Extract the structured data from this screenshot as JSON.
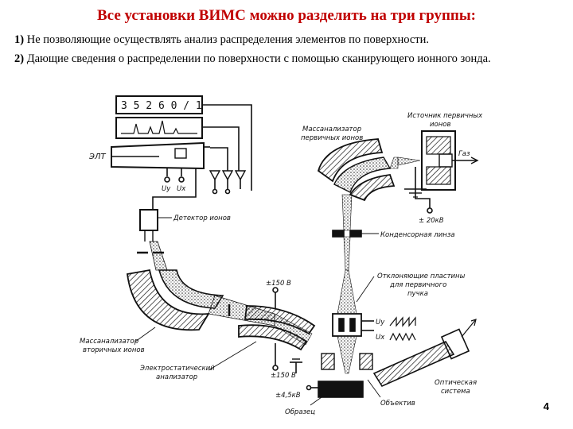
{
  "slide": {
    "title": "Все установки ВИМС можно разделить на три группы:",
    "points": [
      {
        "num": "1)",
        "text": "Не позволяющие осуществлять анализ распределения элементов по поверхности."
      },
      {
        "num": "2)",
        "text": "Дающие сведения о распределении по поверхности с помощью сканирующего ионного зонда."
      }
    ],
    "page_number": "4"
  },
  "diagram": {
    "counter_digits": "3 5 2 6 0 / 1",
    "labels": {
      "crt": "ЭЛТ",
      "uy": "Uy",
      "ux": "Ux",
      "detector": "Детектор ионов",
      "primary_source_1": "Источник первичных",
      "primary_source_2": "ионов",
      "primary_mass_1": "Массанализатор",
      "primary_mass_2": "первичных ионов",
      "gas": "Газ",
      "voltage_20": "± 20кВ",
      "condenser": "Конденсорная линза",
      "deflect_1": "Отклоняющие пластины",
      "deflect_2": "для первичного",
      "deflect_3": "пучка",
      "v150_top": "±150 В",
      "v150_bottom": "±150 В",
      "v45": "±4,5кВ",
      "secondary_mass_1": "Массанализатор",
      "secondary_mass_2": "вторичных ионов",
      "electrostatic_1": "Электростатический",
      "electrostatic_2": "анализатор",
      "objective": "Объектив",
      "optical_1": "Оптическая",
      "optical_2": "система",
      "sample": "Образец",
      "uy2": "Uy",
      "ux2": "Ux"
    }
  }
}
